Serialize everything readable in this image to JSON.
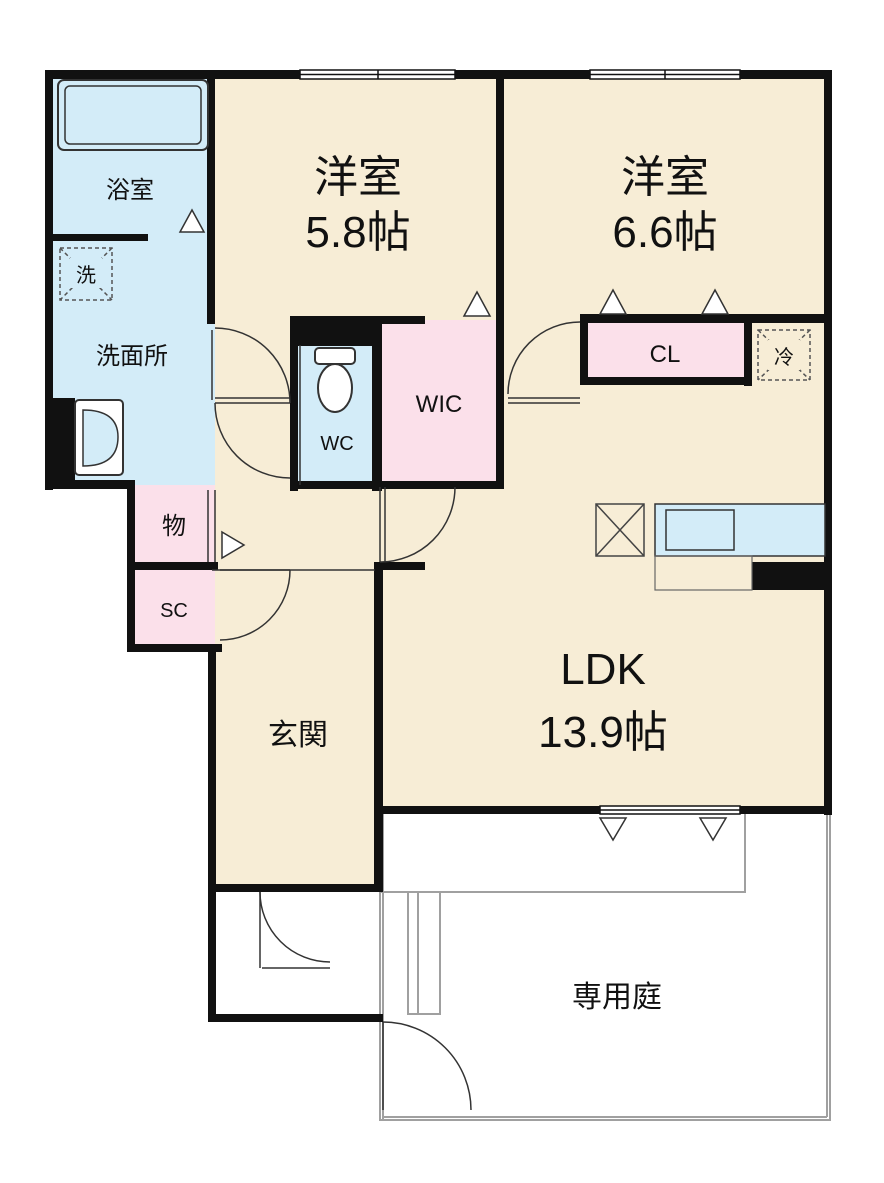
{
  "rooms": {
    "bathroom": "浴室",
    "washer_mark": "洗",
    "washroom": "洗面所",
    "storage": "物",
    "shoe_closet": "SC",
    "entrance": "玄関",
    "western1_name": "洋室",
    "western1_size": "5.8帖",
    "western2_name": "洋室",
    "western2_size": "6.6帖",
    "wc": "WC",
    "wic": "WIC",
    "closet": "CL",
    "fridge_mark": "冷",
    "ldk_name": "LDK",
    "ldk_size": "13.9帖",
    "garden": "専用庭"
  },
  "colors": {
    "western_room": "#f7edd6",
    "wet_area": "#d3ecf8",
    "storage": "#fbe0ea",
    "wall": "#111111",
    "outline": "#a0a0a0"
  }
}
